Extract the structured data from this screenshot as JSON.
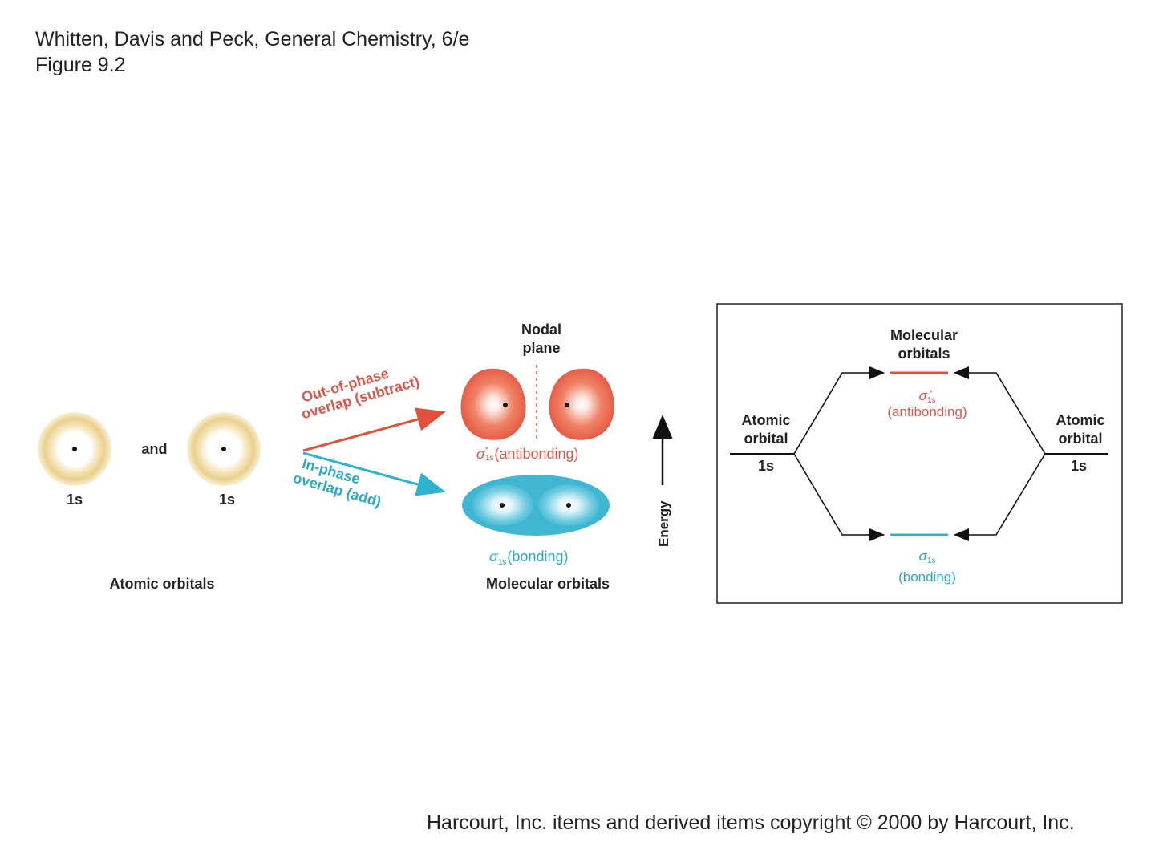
{
  "header": {
    "citation": "Whitten, Davis and Peck, General Chemistry, 6/e",
    "figure": "Figure 9.2"
  },
  "left_panel": {
    "orbital1_label": "1s",
    "and": "and",
    "orbital2_label": "1s",
    "atomic_orbitals_caption": "Atomic orbitals",
    "out_of_phase_line1": "Out-of-phase",
    "out_of_phase_line2": "overlap (subtract)",
    "in_phase_line1": "In-phase",
    "in_phase_line2": "overlap (add)",
    "nodal_plane_line1": "Nodal",
    "nodal_plane_line2": "plane",
    "sigma_symbol": "σ",
    "sub_1s": "1s",
    "star": "*",
    "antibonding_text": "(antibonding)",
    "bonding_text": "(bonding)",
    "molecular_orbitals_caption": "Molecular orbitals",
    "energy_label": "Energy"
  },
  "energy_diagram": {
    "molecular_orbitals_line1": "Molecular",
    "molecular_orbitals_line2": "orbitals",
    "left_atomic_line1": "Atomic",
    "left_atomic_line2": "orbital",
    "left_1s": "1s",
    "right_atomic_line1": "Atomic",
    "right_atomic_line2": "orbital",
    "right_1s": "1s",
    "sigma_symbol": "σ",
    "sub_1s": "1s",
    "star": "*",
    "antibonding_text": "(antibonding)",
    "bonding_text": "(bonding)"
  },
  "footer": {
    "copyright": "Harcourt, Inc. items and derived items copyright © 2000 by Harcourt, Inc."
  },
  "colors": {
    "atomic_orbital": "#e9cf8d",
    "antibonding": "#e0503d",
    "bonding": "#2eb3cf",
    "text": "#222222"
  }
}
